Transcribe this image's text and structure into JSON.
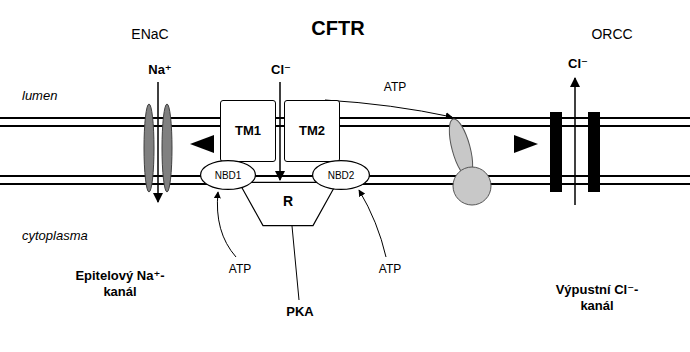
{
  "diagram": {
    "title": "CFTR",
    "nodes": [
      {
        "text": [
          "TM1"
        ]
      },
      {
        "text": [
          "TM2"
        ]
      },
      {
        "text": [
          "NBD1"
        ]
      },
      {
        "text": [
          "NBD2"
        ]
      },
      {
        "text": [
          "R"
        ]
      }
    ],
    "labels": [
      "ENaC",
      "ORCC",
      "Na⁺",
      "Cl⁻",
      "Cl⁻",
      "lumen",
      "cytoplasma",
      "ATP",
      "ATP",
      "ATP",
      "Epitelový Na⁺-kanál",
      "PKA",
      "Výpustní Cl⁻-kanál"
    ]
  }
}
